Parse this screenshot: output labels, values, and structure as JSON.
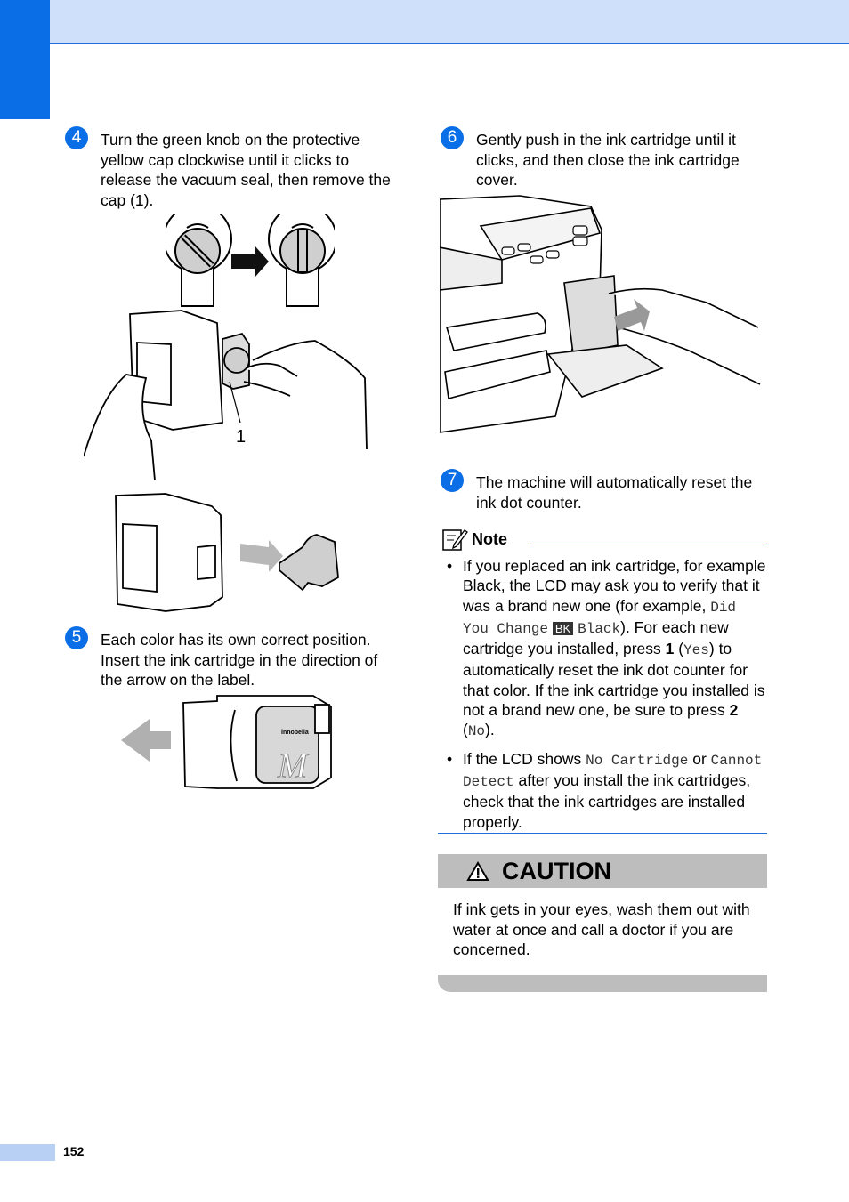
{
  "steps": [
    {
      "num": "4",
      "text": "Turn the green knob on the protective yellow cap clockwise until it clicks to release the vacuum seal, then remove the cap (1)."
    },
    {
      "num": "5",
      "text": "Each color has its own correct position. Insert the ink cartridge in the direction of the arrow on the label."
    },
    {
      "num": "6",
      "text": "Gently push in the ink cartridge until it clicks, and then close the ink cartridge cover."
    },
    {
      "num": "7",
      "text": "The machine will automatically reset the ink dot counter."
    }
  ],
  "figure_callout": "1",
  "cartridge_label": {
    "brand": "innobella",
    "color_letter": "M"
  },
  "note": {
    "title": "Note",
    "b1_t1": "If you replaced an ink cartridge, for example Black, the LCD may ask you to verify that it was a brand new one (for example, ",
    "b1_lcd1": "Did You Change",
    "b1_bk": "BK",
    "b1_lcd2": "Black",
    "b1_t2": "). For each new cartridge you installed, press ",
    "b1_key1": "1",
    "b1_t3": " (",
    "b1_yes": "Yes",
    "b1_t4": ") to automatically reset the ink dot counter for that color. If the ink cartridge you installed is not a brand new one, be sure to press ",
    "b1_key2": "2",
    "b1_t5": " (",
    "b1_no": "No",
    "b1_t6": ").",
    "b2_t1": "If the LCD shows ",
    "b2_lcd1": "No Cartridge",
    "b2_t2": " or ",
    "b2_lcd2": "Cannot Detect",
    "b2_t3": " after you install the ink cartridges, check that the ink cartridges are installed properly."
  },
  "caution": {
    "title": "CAUTION",
    "body": "If ink gets in your eyes, wash them out with water at once and call a doctor if you are concerned."
  },
  "page_number": "152",
  "colors": {
    "accent": "#0a6ee6",
    "band": "#cfe0fb",
    "caution_gray": "#bdbdbd"
  }
}
